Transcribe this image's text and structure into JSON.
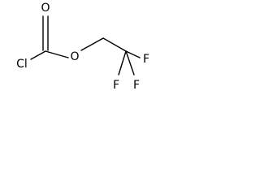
{
  "molecule": {
    "atoms": {
      "carbonyl_oxygen": "O",
      "chlorine": "Cl",
      "ester_oxygen": "O",
      "fluorine_right": "F",
      "fluorine_bottom_left": "F",
      "fluorine_bottom_right": "F"
    }
  }
}
